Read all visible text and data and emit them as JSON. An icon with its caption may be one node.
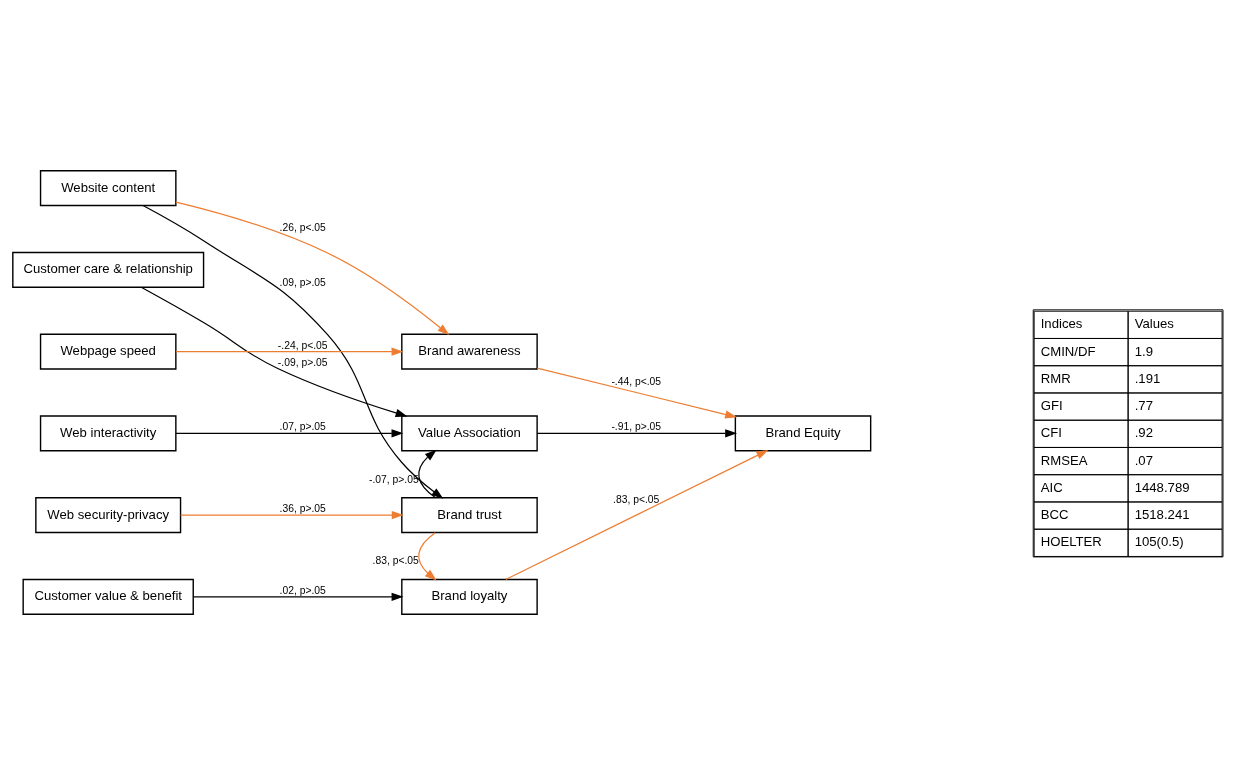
{
  "diagram": {
    "nodes": [
      {
        "text": [
          "Website content"
        ]
      },
      {
        "text": [
          "Customer care & relationship"
        ]
      },
      {
        "text": [
          "Webpage speed"
        ]
      },
      {
        "text": [
          "Web interactivity"
        ]
      },
      {
        "text": [
          "Web security-privacy"
        ]
      },
      {
        "text": [
          "Customer value & benefit"
        ]
      },
      {
        "text": [
          "Brand awareness"
        ]
      },
      {
        "text": [
          "Value Association"
        ]
      },
      {
        "text": [
          "Brand trust"
        ]
      },
      {
        "text": [
          "Brand loyalty"
        ]
      },
      {
        "text": [
          "Brand Equity"
        ]
      }
    ],
    "edges": [
      {
        "from": 0,
        "to": 6,
        "arrow": "to",
        "label": ".26, p<.05",
        "color": "#ed7d31"
      },
      {
        "from": 0,
        "to": 8,
        "arrow": "to",
        "label": ".09, p>.05",
        "color": "#000000"
      },
      {
        "from": 1,
        "to": 7,
        "arrow": "to",
        "label": "-.09, p>.05",
        "color": "#000000"
      },
      {
        "from": 2,
        "to": 6,
        "arrow": "to",
        "label": "-.24, p<.05",
        "color": "#ed7d31"
      },
      {
        "from": 3,
        "to": 7,
        "arrow": "to",
        "label": ".07, p>.05",
        "color": "#000000"
      },
      {
        "from": 4,
        "to": 8,
        "arrow": "to",
        "label": ".36, p>.05",
        "color": "#ed7d31"
      },
      {
        "from": 5,
        "to": 9,
        "arrow": "to",
        "label": ".02, p>.05",
        "color": "#000000"
      },
      {
        "from": 8,
        "to": 7,
        "arrow": "to",
        "label": "-.07, p>.05",
        "color": "#000000"
      },
      {
        "from": 8,
        "to": 9,
        "arrow": "to",
        "label": ".83, p<.05",
        "color": "#ed7d31"
      },
      {
        "from": 6,
        "to": 10,
        "arrow": "to",
        "label": "-.44, p<.05",
        "color": "#ed7d31"
      },
      {
        "from": 7,
        "to": 10,
        "arrow": "to",
        "label": "-.91, p>.05",
        "color": "#000000"
      },
      {
        "from": 9,
        "to": 10,
        "arrow": "to",
        "label": ".83, p<.05",
        "color": "#ed7d31"
      }
    ],
    "labels": [
      "Indices",
      "Values",
      "CMIN/DF",
      "1.9",
      "RMR",
      ".191",
      "GFI",
      ".77",
      "CFI",
      ".92",
      "RMSEA",
      ".07",
      "AIC",
      "1448.789",
      "BCC",
      "1518.241",
      "HOELTER",
      "105(0.5)"
    ]
  }
}
